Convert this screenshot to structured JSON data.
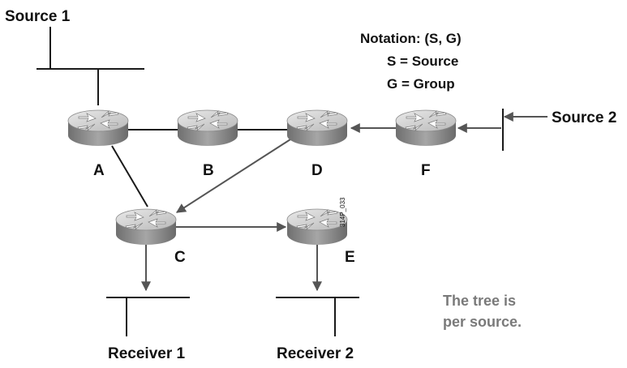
{
  "diagram": {
    "sources": {
      "source1": "Source 1",
      "source2": "Source 2"
    },
    "receivers": {
      "receiver1": "Receiver 1",
      "receiver2": "Receiver 2"
    },
    "routers": [
      {
        "id": "A",
        "label": "A"
      },
      {
        "id": "B",
        "label": "B"
      },
      {
        "id": "D",
        "label": "D"
      },
      {
        "id": "F",
        "label": "F"
      },
      {
        "id": "C",
        "label": "C"
      },
      {
        "id": "E",
        "label": "E"
      }
    ],
    "notation": {
      "line1": "Notation:  (S, G)",
      "line2": "S = Source",
      "line3": "G = Group"
    },
    "note_line1": "The tree is",
    "note_line2": "per source.",
    "figure_id": "314P_033",
    "colors": {
      "link": "#1a1a1a",
      "flow": "#555555",
      "router_top": "#d8d8d8",
      "router_side": "#8c8c8c"
    }
  }
}
